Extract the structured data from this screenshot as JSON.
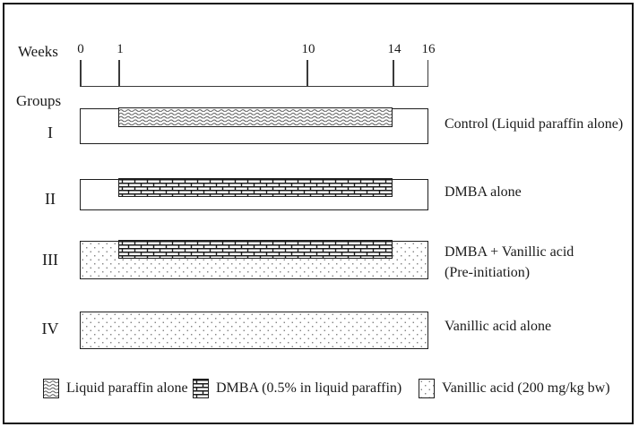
{
  "labels": {
    "weeks": "Weeks",
    "groups": "Groups"
  },
  "timeline": {
    "unit": "weeks",
    "ticks": [
      {
        "label": "0",
        "week": 0
      },
      {
        "label": "1",
        "week": 1
      },
      {
        "label": "10",
        "week": 10
      },
      {
        "label": "14",
        "week": 14
      },
      {
        "label": "16",
        "week": 16
      }
    ]
  },
  "groups": [
    {
      "numeral": "I",
      "label": "Control (Liquid paraffin alone)",
      "outer_fill": "plain",
      "treatment_fill": "liquid-paraffin",
      "bar_start_week": 0,
      "bar_end_week": 16,
      "treatment_start_week": 1,
      "treatment_end_week": 14
    },
    {
      "numeral": "II",
      "label": "DMBA alone",
      "outer_fill": "plain",
      "treatment_fill": "dmba",
      "bar_start_week": 0,
      "bar_end_week": 16,
      "treatment_start_week": 1,
      "treatment_end_week": 14
    },
    {
      "numeral": "III",
      "label": "DMBA + Vanillic acid",
      "label_line2": "(Pre-initiation)",
      "outer_fill": "vanillic-acid",
      "treatment_fill": "dmba",
      "bar_start_week": 0,
      "bar_end_week": 16,
      "treatment_start_week": 1,
      "treatment_end_week": 14
    },
    {
      "numeral": "IV",
      "label": "Vanillic acid alone",
      "outer_fill": "vanillic-acid",
      "treatment_fill": null,
      "bar_start_week": 0,
      "bar_end_week": 16
    }
  ],
  "legend": [
    {
      "pattern": "liquid-paraffin",
      "label": "Liquid paraffin alone"
    },
    {
      "pattern": "dmba",
      "label": "DMBA (0.5% in liquid paraffin)"
    },
    {
      "pattern": "vanillic-acid",
      "label": "Vanillic acid (200 mg/kg bw)"
    }
  ],
  "colors": {
    "ink": "#1a1a1a",
    "background": "#ffffff",
    "pattern_gray": "#555555"
  }
}
